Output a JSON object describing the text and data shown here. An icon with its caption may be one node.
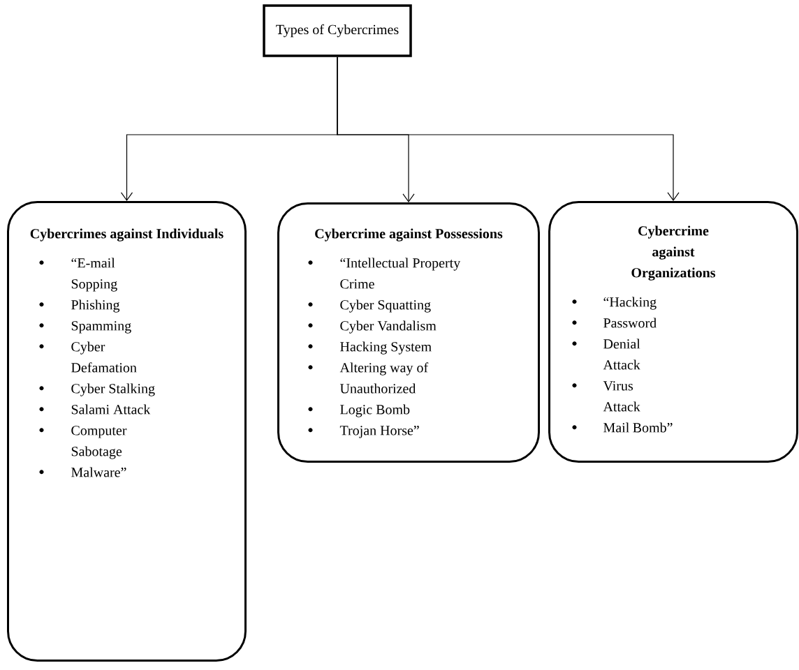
{
  "diagram": {
    "nodes": [
      {
        "text": [
          "Types of Cybercrimes"
        ]
      },
      {
        "text": [
          "Cybercrimes against Individuals",
          "“E-mail Sopping",
          "Phishing",
          "Spamming",
          "Cyber Defamation",
          "Cyber Stalking",
          "Salami Attack",
          "Computer Sabotage",
          "Malware”"
        ]
      },
      {
        "text": [
          "Cybercrime against Possessions",
          "“Intellectual Property Crime",
          "Cyber Squatting",
          "Cyber Vandalism",
          "Hacking System",
          "Altering way of Unauthorized",
          "Logic Bomb",
          "Trojan Horse”"
        ]
      },
      {
        "text": [
          "Cybercrime against Organizations",
          "“Hacking",
          "Password",
          "Denial Attack",
          "Virus Attack",
          "Mail Bomb”"
        ]
      }
    ],
    "edges": [
      {
        "from": 0,
        "to": 1,
        "arrow": "to"
      },
      {
        "from": 0,
        "to": 2,
        "arrow": "to"
      },
      {
        "from": 0,
        "to": 3,
        "arrow": "to"
      }
    ]
  }
}
